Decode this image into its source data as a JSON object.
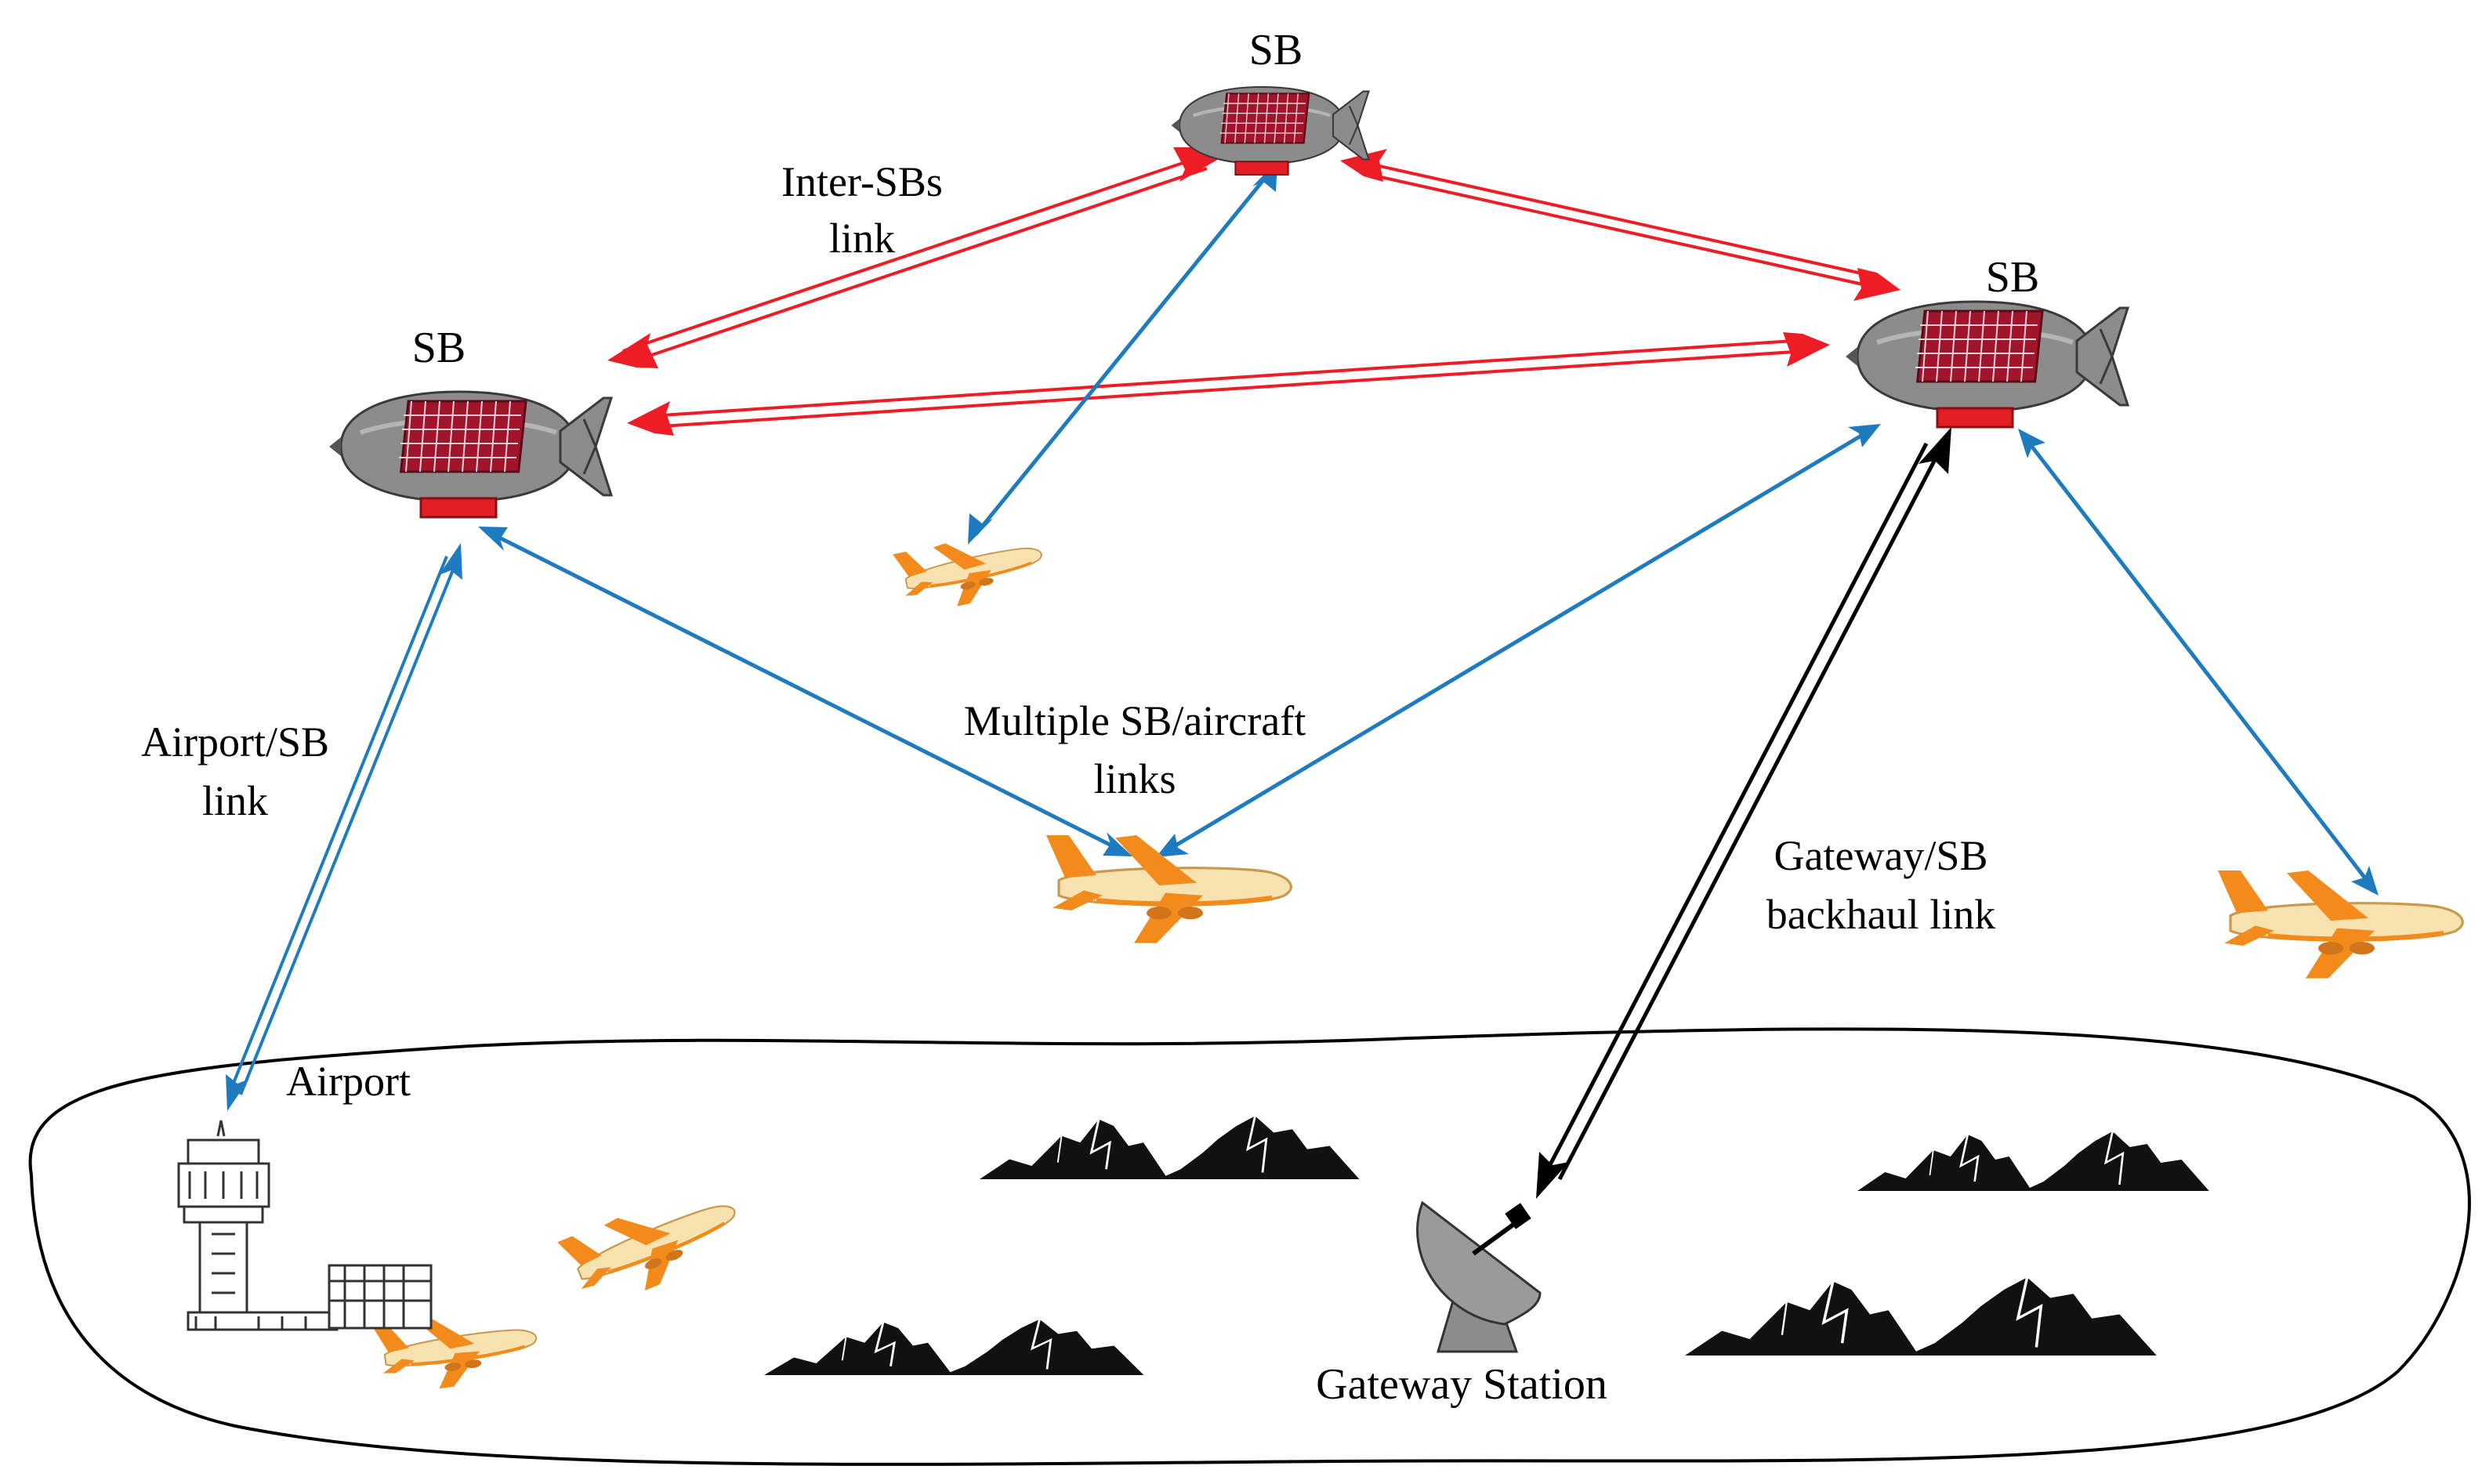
{
  "colors": {
    "inter_link": "#ee1c25",
    "aircraft_link": "#1f7bbf",
    "airport_link": "#1f7bbf",
    "backhaul_link": "#000000",
    "sb_body": "#8c8c8c",
    "sb_panel": "#a0142c",
    "sb_gondola": "#e31e24",
    "plane_body": "#f7e2b0",
    "plane_accent": "#f28a1c",
    "region_outline": "#000000"
  },
  "labels": {
    "sb_top": "SB",
    "sb_left": "SB",
    "sb_right": "SB",
    "inter_link_line1": "Inter-SBs",
    "inter_link_line2": "link",
    "multi_link_line1": "Multiple SB/aircraft",
    "multi_link_line2": "links",
    "airport_link_line1": "Airport/SB",
    "airport_link_line2": "link",
    "backhaul_line1": "Gateway/SB",
    "backhaul_line2": "backhaul link",
    "airport": "Airport",
    "gateway_station": "Gateway Station"
  },
  "icons": {
    "stratospheric_balloon": "airship-icon",
    "aircraft": "airplane-icon",
    "control_tower": "control-tower-icon",
    "terminal_building": "terminal-building-icon",
    "satellite_dish": "satellite-dish-icon",
    "mountains": "mountain-range-icon"
  }
}
